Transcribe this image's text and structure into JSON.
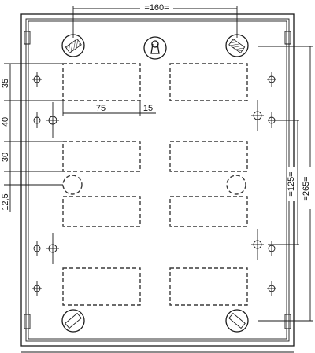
{
  "dimensions": {
    "top_width": "=160=",
    "right_inner": "=125=",
    "right_outer": "=265=",
    "left_1": "35",
    "left_2": "40",
    "left_3": "30",
    "left_4": "12,5",
    "horiz_1": "75",
    "horiz_2": "15"
  },
  "colors": {
    "line": "#1a1a1a",
    "background": "#ffffff"
  },
  "icons": [
    "keyhole-hanger-icon",
    "screw-slot-icon",
    "fixing-screw-icon",
    "knockout-circle-icon"
  ]
}
